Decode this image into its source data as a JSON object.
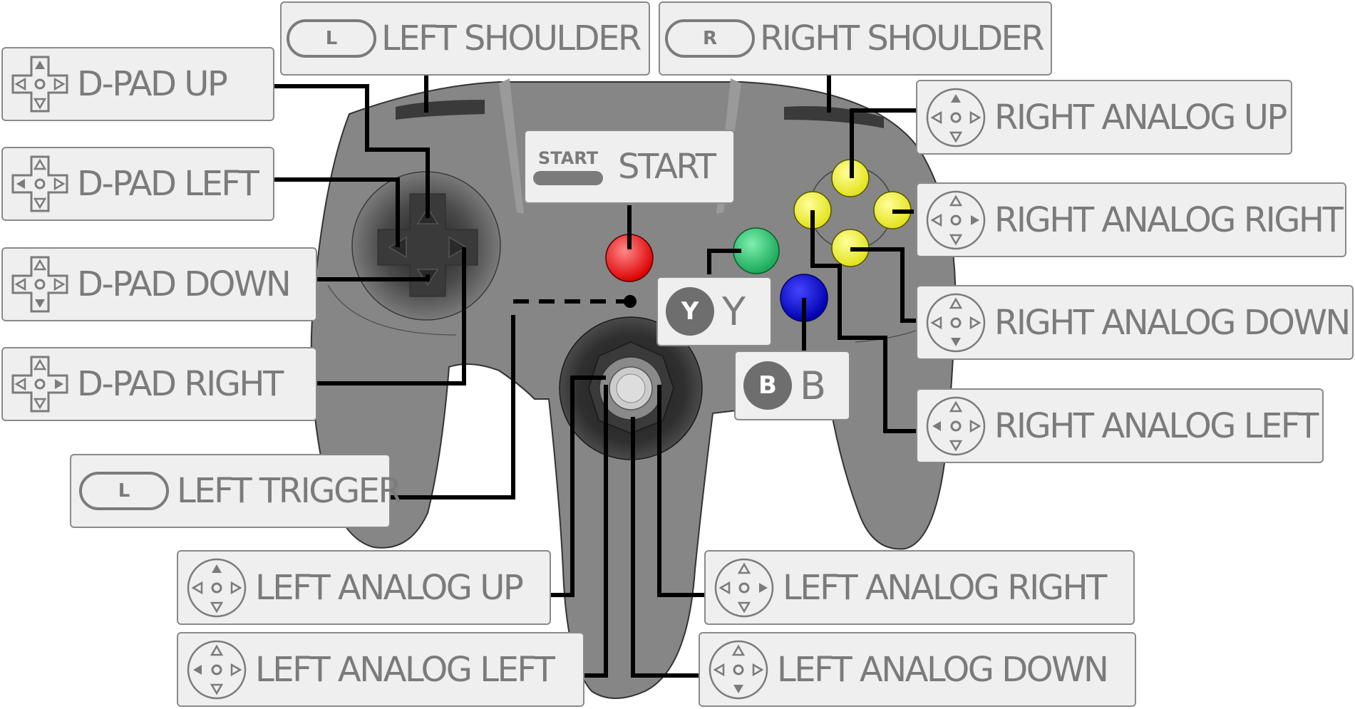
{
  "colors": {
    "body": "#868686",
    "body_outline": "#333333",
    "dpad": "#3a3a3a",
    "start_button": "#ee1111",
    "y_button": "#22bb66",
    "b_button": "#1111cc",
    "c_buttons": "#f2f21a",
    "label_bg": "#efefef",
    "label_text": "#7b7b7b",
    "connector": "#000000"
  },
  "labels": {
    "left_shoulder": {
      "icon": "L",
      "text": "LEFT SHOULDER"
    },
    "right_shoulder": {
      "icon": "R",
      "text": "RIGHT SHOULDER"
    },
    "dpad_up": {
      "text": "D-PAD UP"
    },
    "dpad_left": {
      "text": "D-PAD LEFT"
    },
    "dpad_down": {
      "text": "D-PAD DOWN"
    },
    "dpad_right": {
      "text": "D-PAD RIGHT"
    },
    "left_trigger": {
      "icon": "L",
      "text": "LEFT TRIGGER"
    },
    "start": {
      "icon": "START",
      "text": "START"
    },
    "y": {
      "icon": "Y",
      "text": "Y"
    },
    "b": {
      "icon": "B",
      "text": "B"
    },
    "right_analog_up": {
      "text": "RIGHT ANALOG UP"
    },
    "right_analog_right": {
      "text": "RIGHT ANALOG RIGHT"
    },
    "right_analog_down": {
      "text": "RIGHT ANALOG DOWN"
    },
    "right_analog_left": {
      "text": "RIGHT ANALOG LEFT"
    },
    "left_analog_up": {
      "text": "LEFT ANALOG UP"
    },
    "left_analog_left": {
      "text": "LEFT ANALOG LEFT"
    },
    "left_analog_right": {
      "text": "LEFT ANALOG RIGHT"
    },
    "left_analog_down": {
      "text": "LEFT ANALOG DOWN"
    }
  }
}
